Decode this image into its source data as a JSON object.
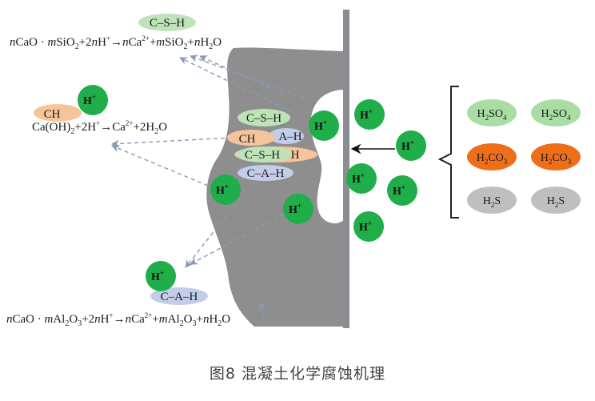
{
  "caption": "图8 混凝土化学腐蚀机理",
  "ion_label": "H",
  "ion_charge": "+",
  "colors": {
    "concrete": "#8e8e8e",
    "wall": "#8a8d91",
    "ion": "#1fae4a",
    "csh": "#bfe3b8",
    "ch": "#f6c49a",
    "cah": "#c3cde9",
    "h2so4": "#a8dda4",
    "h2co3": "#ee6e1a",
    "h2s": "#bfbfbf",
    "arrow": "#8a99b8"
  },
  "labels": {
    "csh": "C–S–H",
    "ch": "CH",
    "cah": "C–A–H",
    "cah_partial": "A–H",
    "csh_h": "H"
  },
  "equations": {
    "silicate": {
      "pre": "n",
      "a": "CaO · ",
      "m1": "m",
      "b": "SiO",
      "b_sub": "2",
      "c": "+2",
      "n1": "n",
      "d": "H",
      "d_sup": "+",
      "e": "→",
      "n2": "n",
      "f": "Ca",
      "f_sup": "2+",
      "g": "+",
      "m2": "m",
      "h": "SiO",
      "h_sub": "2",
      "i": "+",
      "n3": "n",
      "j": "H",
      "j_sub": "2",
      "k": "O"
    },
    "hydroxide": {
      "a": "Ca(OH)",
      "a_sub": "2",
      "b": "+2H",
      "b_sup": "+",
      "c": "→Ca",
      "c_sup": "2+",
      "d": "+2H",
      "d_sub": "2",
      "e": "O"
    },
    "aluminate": {
      "pre": "n",
      "a": "CaO · ",
      "m1": "m",
      "b": "Al",
      "b_sub": "2",
      "c": "O",
      "c_sub": "3",
      "d": "+2",
      "n1": "n",
      "e": "H",
      "e_sup": "+",
      "f": "→",
      "n2": "n",
      "g": "Ca",
      "g_sup": "2+",
      "h": "+",
      "m2": "m",
      "i": "Al",
      "i_sub": "2",
      "j": "O",
      "j_sub": "3",
      "k": "+",
      "n3": "n",
      "l": "H",
      "l_sub": "2",
      "m": "O"
    }
  },
  "acids": {
    "h2so4": {
      "a": "H",
      "a_sub": "2",
      "b": "SO",
      "b_sub": "4"
    },
    "h2co3": {
      "a": "H",
      "a_sub": "2",
      "b": "CO",
      "b_sub": "3"
    },
    "h2s": {
      "a": "H",
      "a_sub": "2",
      "b": "S"
    }
  }
}
